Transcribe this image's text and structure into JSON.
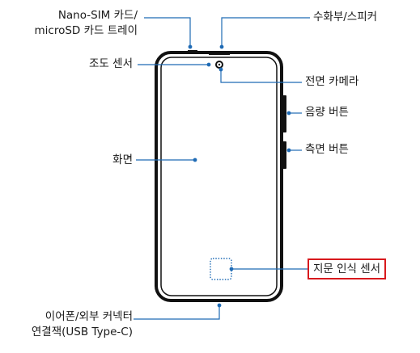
{
  "labels": {
    "sim_tray": [
      "Nano-SIM 카드/",
      "microSD 카드 트레이"
    ],
    "light_sensor": "조도 센서",
    "screen": "화면",
    "earpiece_connector": [
      "이어폰/외부 커넥터",
      "연결잭(USB Type-C)"
    ],
    "receiver_speaker": "수화부/스피커",
    "front_camera": "전면 카메라",
    "volume_button": "음량 버튼",
    "side_button": "측면 버튼",
    "fingerprint_sensor": "지문 인식 센서"
  },
  "colors": {
    "leader_line": "#1f6bb5",
    "highlight_box": "#d8191d",
    "device_outline": "#111111",
    "fingerprint_dots": "#1f6bb5"
  },
  "highlighted": "fingerprint_sensor"
}
